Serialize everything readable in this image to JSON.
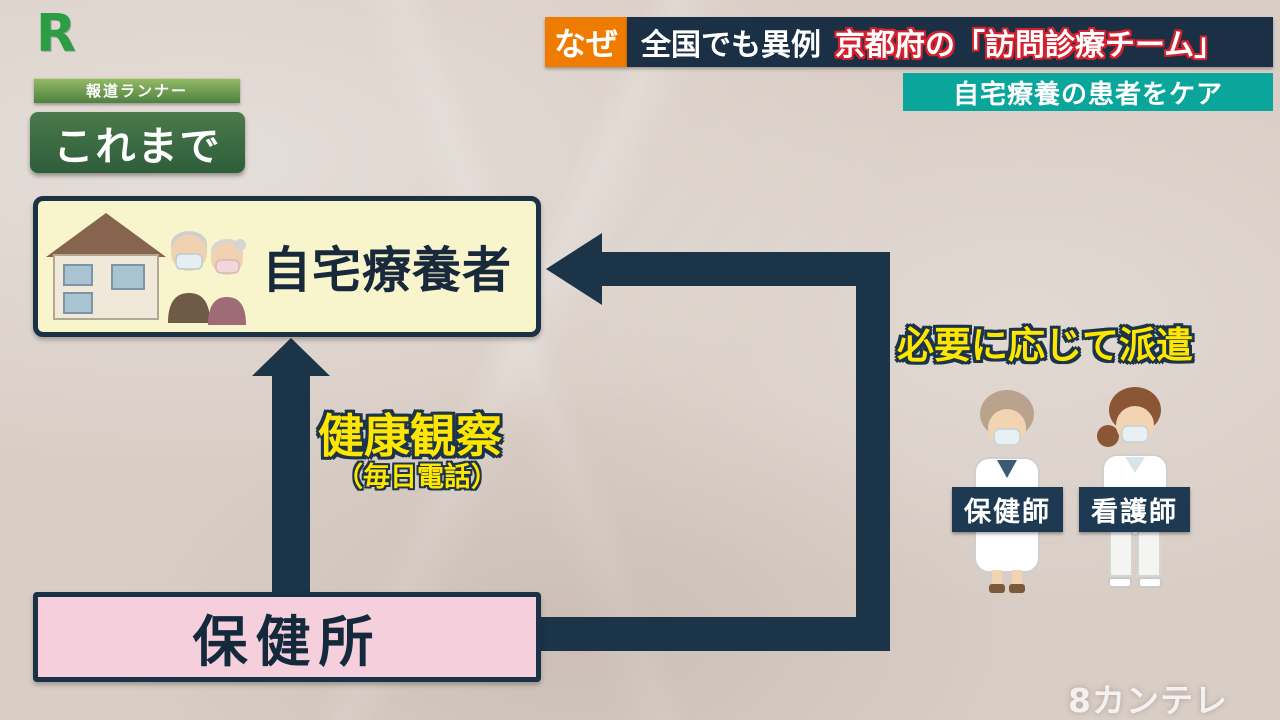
{
  "broadcast": {
    "logo_letter": "R",
    "program_banner": "報道ランナー",
    "topic_tag": "なぜ",
    "headline_main": "全国でも異例",
    "headline_highlight": "京都府の「訪問診療チーム」",
    "subheadline": "自宅療養の患者をケア",
    "watermark": "8カンテレ"
  },
  "diagram": {
    "section_label": "これまで",
    "patient_box_label": "自宅療養者",
    "health_center_label": "保健所",
    "observation_label": "健康観察",
    "observation_note": "（毎日電話）",
    "dispatch_label": "必要に応じて派遣",
    "staff": [
      {
        "label": "保健師"
      },
      {
        "label": "看護師"
      }
    ]
  },
  "icons": {
    "house_and_couple": "house-and-elderly-couple-icon",
    "public_health_nurse": "public-health-nurse-figure",
    "nurse": "nurse-figure"
  },
  "colors": {
    "navy": "#1c3448",
    "cream_box": "#f8f4cc",
    "pink_box": "#f5cfdb",
    "green_box": "#376b41",
    "orange_tag": "#ef7c00",
    "teal_banner": "#0ba69b",
    "highlight_yellow": "#ffe600",
    "headline_red": "#d5212e",
    "background_beige": "#d9cec6"
  }
}
